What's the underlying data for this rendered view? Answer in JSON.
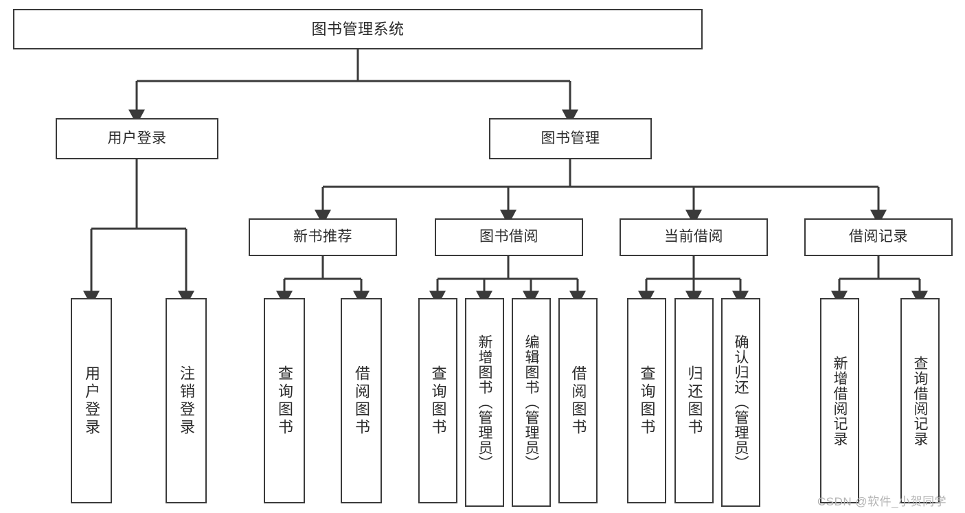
{
  "diagram": {
    "type": "tree",
    "title": "图书管理系统",
    "root": {
      "label": "图书管理系统"
    },
    "level2": [
      {
        "label": "用户登录"
      },
      {
        "label": "图书管理"
      }
    ],
    "level3": [
      {
        "label": "新书推荐"
      },
      {
        "label": "图书借阅"
      },
      {
        "label": "当前借阅"
      },
      {
        "label": "借阅记录"
      }
    ],
    "leaves": {
      "user_login": [
        {
          "label": "用户登录"
        },
        {
          "label": "注销登录"
        }
      ],
      "new_book_recommend": [
        {
          "label": "查询图书"
        },
        {
          "label": "借阅图书"
        }
      ],
      "book_borrow": [
        {
          "label": "查询图书"
        },
        {
          "label": "新增图书（管理员）"
        },
        {
          "label": "编辑图书（管理员）"
        },
        {
          "label": "借阅图书"
        }
      ],
      "current_borrow": [
        {
          "label": "查询图书"
        },
        {
          "label": "归还图书"
        },
        {
          "label": "确认归还（管理员）"
        }
      ],
      "borrow_record": [
        {
          "label": "新增借阅记录"
        },
        {
          "label": "查询借阅记录"
        }
      ]
    }
  },
  "watermark": {
    "text": "CSDN @软件_小贺同学"
  },
  "colors": {
    "border": "#3a3a3a",
    "text": "#2b2b2b",
    "background": "#ffffff",
    "watermark": "#b4b4b4"
  }
}
